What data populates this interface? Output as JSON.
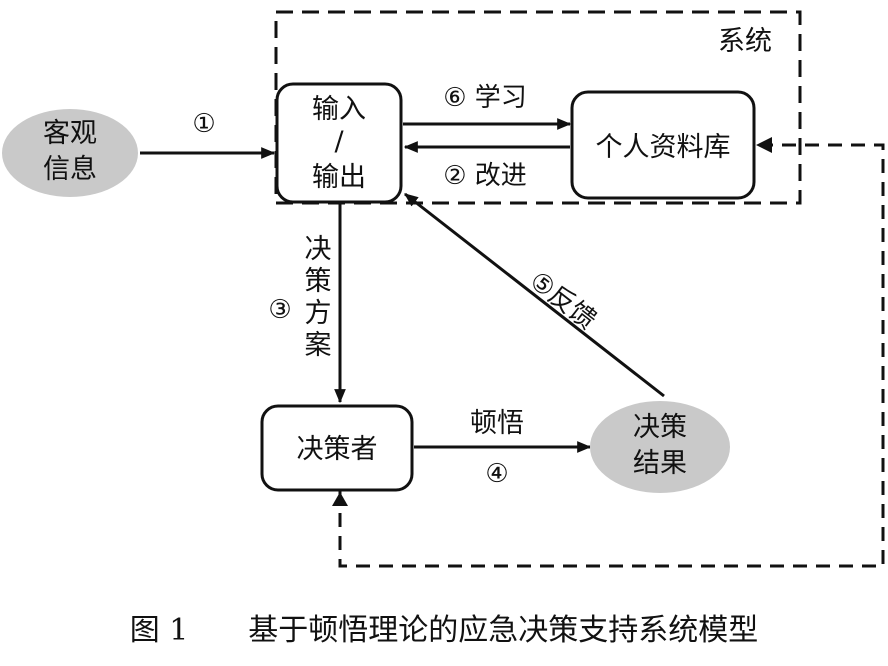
{
  "system_label": "系统",
  "nodes": {
    "objective_info": [
      "客观",
      "信息"
    ],
    "io": [
      "输入",
      "/",
      "输出"
    ],
    "personal_db": "个人资料库",
    "decision_maker": "决策者",
    "decision_result": [
      "决策",
      "结果"
    ]
  },
  "edges": {
    "e1": "①",
    "e6": "⑥ 学习",
    "e2": "② 改进",
    "e3_num": "③",
    "e3_text": [
      "决",
      "策",
      "方",
      "案"
    ],
    "e5": "⑤反馈",
    "e4_label": "顿悟",
    "e4_num": "④"
  },
  "caption": "图 1　　基于顿悟理论的应急决策支持系统模型",
  "colors": {
    "ellipse_fill": "#c9c9c9",
    "stroke": "#111111",
    "background": "#ffffff"
  }
}
